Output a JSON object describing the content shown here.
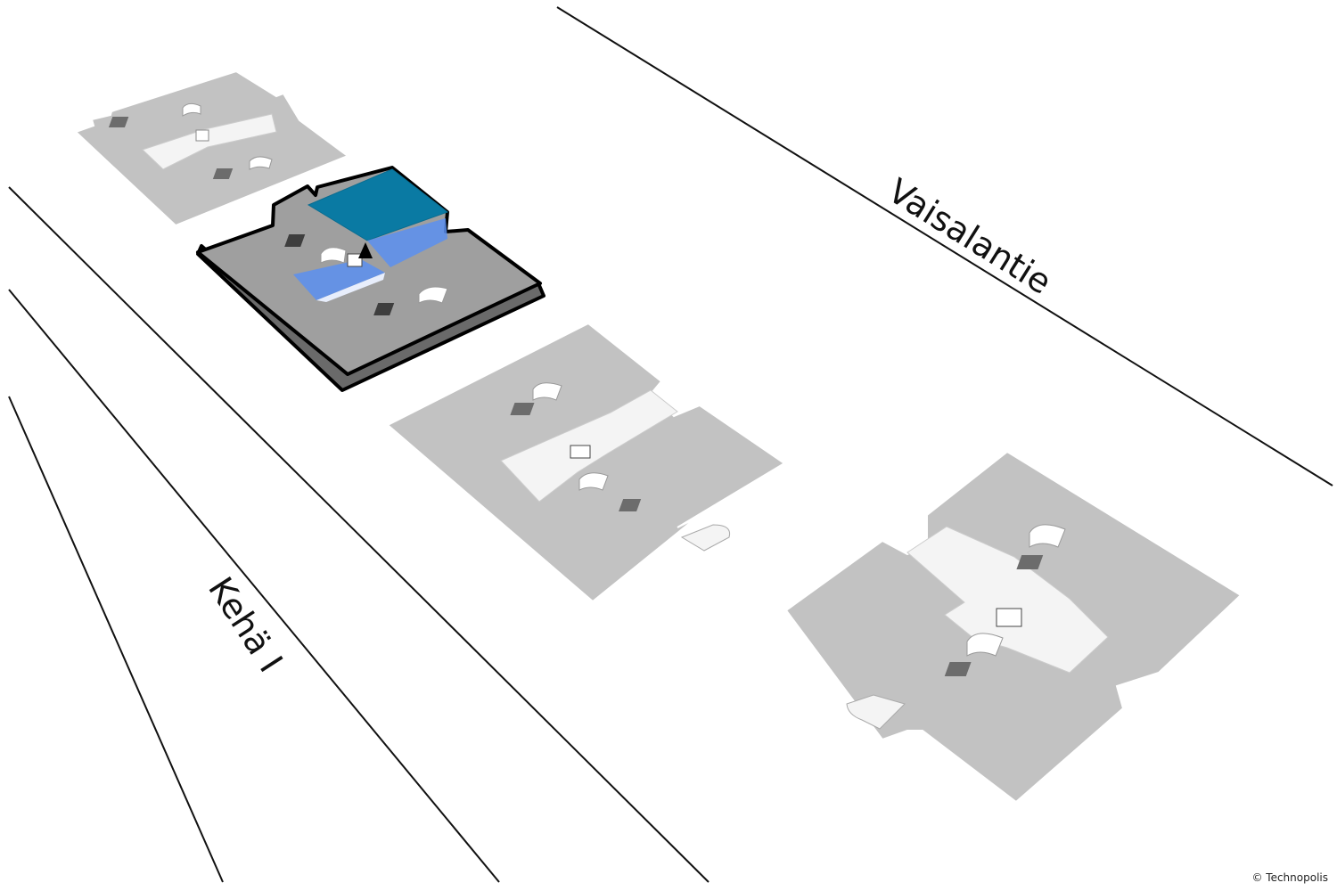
{
  "roads": {
    "vaisalantie": "Vaisalantie",
    "keha": "Kehä I"
  },
  "copyright": "© Technopolis",
  "colors": {
    "building": "#c2c2c2",
    "active_floor": "#9f9f9f",
    "highlight_dark": "#0a7aa3",
    "highlight_light": "#5b8ff0",
    "corridor": "#f4f4f4",
    "marker": "#000000"
  },
  "icons": [
    "stairs-icon",
    "elevator-icon",
    "shaft-icon",
    "location-marker-icon"
  ]
}
